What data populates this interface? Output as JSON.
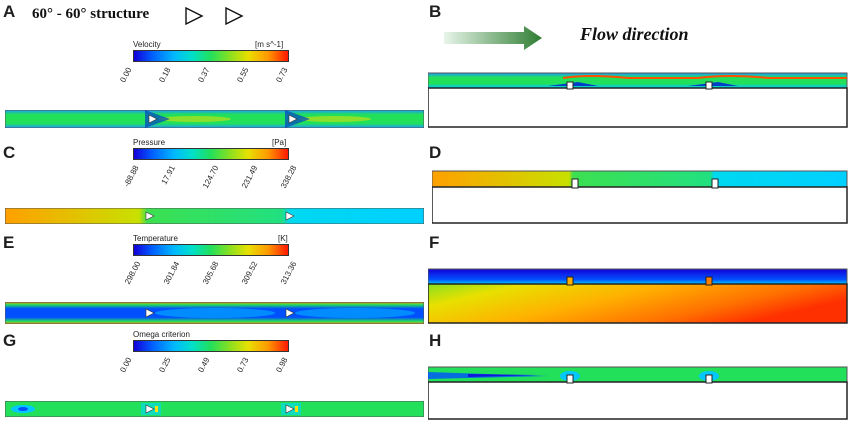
{
  "panels": {
    "A": "A",
    "B": "B",
    "C": "C",
    "D": "D",
    "E": "E",
    "F": "F",
    "G": "G",
    "H": "H"
  },
  "structure_title": "60° - 60° structure",
  "flow_label": "Flow direction",
  "colorbars": {
    "velocity": {
      "title": "Velocity",
      "unit": "[m s^-1]",
      "ticks": [
        "0.00",
        "0.18",
        "0.37",
        "0.55",
        "0.73"
      ]
    },
    "pressure": {
      "title": "Pressure",
      "unit": "[Pa]",
      "ticks": [
        "-88.88",
        "17.91",
        "124.70",
        "231.49",
        "338.28"
      ]
    },
    "temperature": {
      "title": "Temperature",
      "unit": "[K]",
      "ticks": [
        "298.00",
        "301.84",
        "305.68",
        "309.52",
        "313.36"
      ]
    },
    "omega": {
      "title": "Omega criterion",
      "unit": "",
      "ticks": [
        "0.00",
        "0.25",
        "0.49",
        "0.73",
        "0.98"
      ]
    }
  },
  "colors": {
    "arrow_dark": "#2e7d32",
    "arrow_light": "#e8f5e9",
    "jet_blue": "#1400d8",
    "jet_green": "#22e05a",
    "jet_red": "#ff1800"
  }
}
